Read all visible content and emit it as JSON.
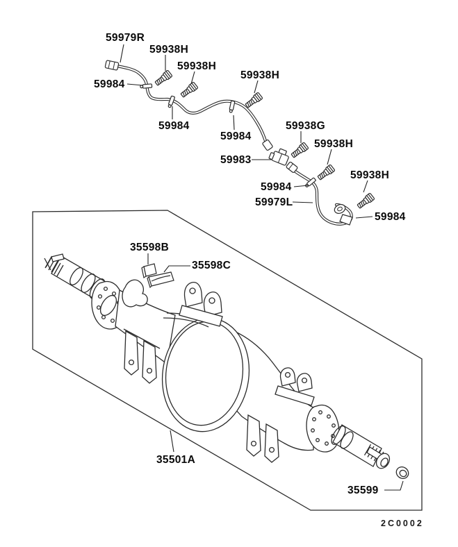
{
  "figure": {
    "drawing_code": "2C0002",
    "background": "#ffffff",
    "line_color": "#2b2b2b",
    "text_color": "#0a0a0a",
    "callouts": [
      {
        "label": "59979R",
        "target": "brake-pipe-right"
      },
      {
        "label": "59938H",
        "target": "bolt"
      },
      {
        "label": "59938H",
        "target": "bolt"
      },
      {
        "label": "59938H",
        "target": "bolt"
      },
      {
        "label": "59984",
        "target": "pipe-clamp"
      },
      {
        "label": "59938G",
        "target": "bolt"
      },
      {
        "label": "59984",
        "target": "pipe-clamp"
      },
      {
        "label": "59984",
        "target": "pipe-clamp"
      },
      {
        "label": "59938H",
        "target": "bolt"
      },
      {
        "label": "59983",
        "target": "pipe-junction"
      },
      {
        "label": "59938H",
        "target": "bolt"
      },
      {
        "label": "59984",
        "target": "pipe-clamp"
      },
      {
        "label": "59979L",
        "target": "brake-pipe-left"
      },
      {
        "label": "59984",
        "target": "hose-bracket"
      },
      {
        "label": "35598B",
        "target": "pad"
      },
      {
        "label": "35598C",
        "target": "pad"
      },
      {
        "label": "35501A",
        "target": "axle-housing"
      },
      {
        "label": "35599",
        "target": "cap"
      }
    ]
  }
}
